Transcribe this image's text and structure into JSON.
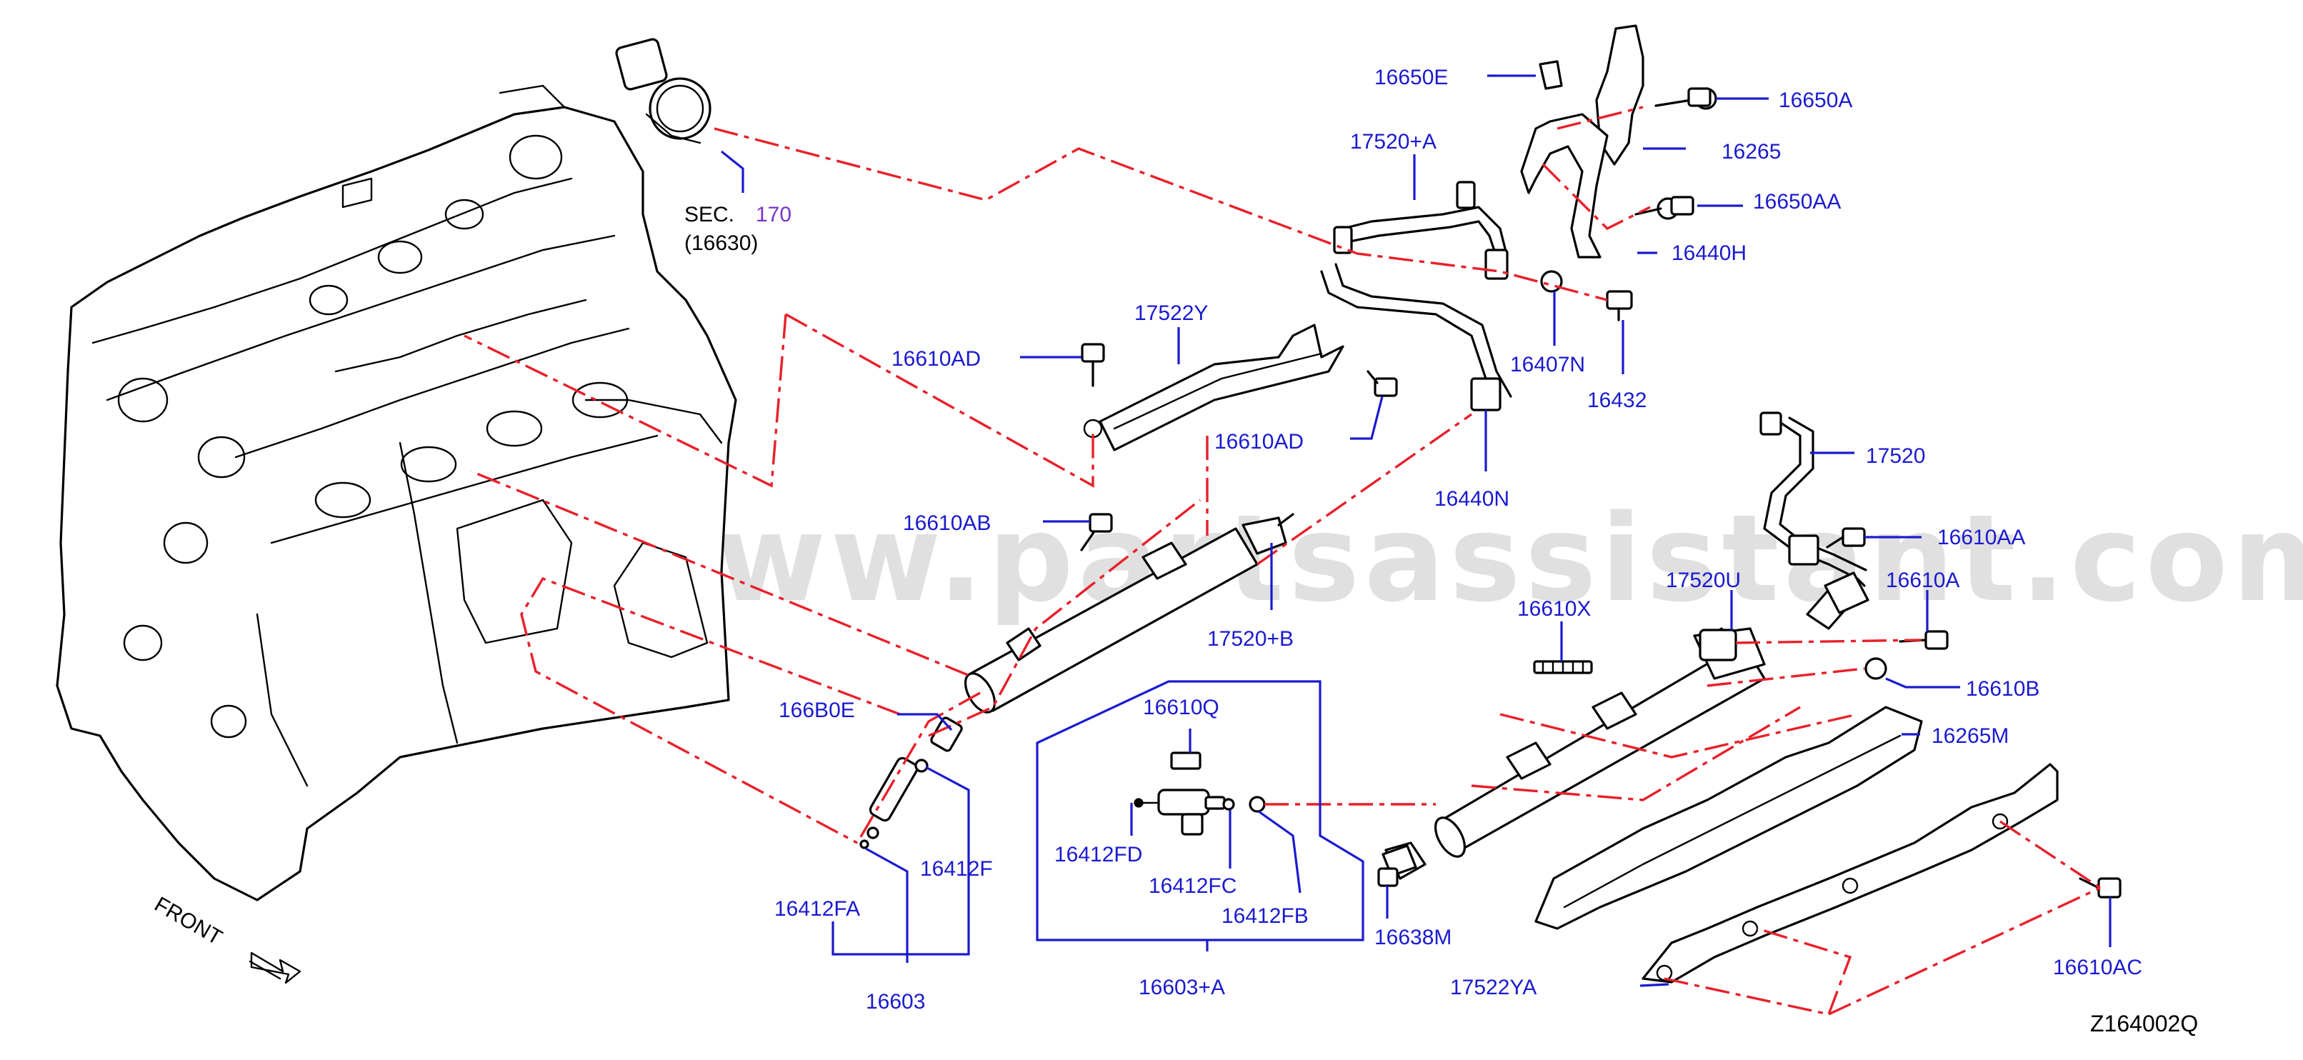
{
  "colors": {
    "label": "#1a1ad0",
    "section_ref": "#7a33cc",
    "black_text": "#000000",
    "leader": "#1a1ad0",
    "centerline": "#e8202a"
  },
  "watermark": "www.partsassistant.com",
  "section_ref": {
    "prefix": "SEC.",
    "number": "170",
    "sub": "(16630)"
  },
  "front_label": "FRONT",
  "diagram_code": "Z164002Q",
  "labels": {
    "p16650E": "16650E",
    "p16650A": "16650A",
    "p17520A": "17520+A",
    "p16265": "16265",
    "p16650AA": "16650AA",
    "p16440H": "16440H",
    "p17522Y": "17522Y",
    "p16610AD_a": "16610AD",
    "p16610AD_b": "16610AD",
    "p16407N": "16407N",
    "p16432": "16432",
    "p16440N": "16440N",
    "p16610AB": "16610AB",
    "p17520": "17520",
    "p16610AA": "16610AA",
    "p17520U": "17520U",
    "p16610A": "16610A",
    "p16610X": "16610X",
    "p17520B": "17520+B",
    "p16610B": "16610B",
    "p166B0E": "166B0E",
    "p16610Q": "16610Q",
    "p16265M": "16265M",
    "p16412FD": "16412FD",
    "p16412FC": "16412FC",
    "p16412FB": "16412FB",
    "p16412F": "16412F",
    "p16412FA": "16412FA",
    "p16638M": "16638M",
    "p16603": "16603",
    "p16603A": "16603+A",
    "p17522YA": "17522YA",
    "p16610AC": "16610AC"
  }
}
